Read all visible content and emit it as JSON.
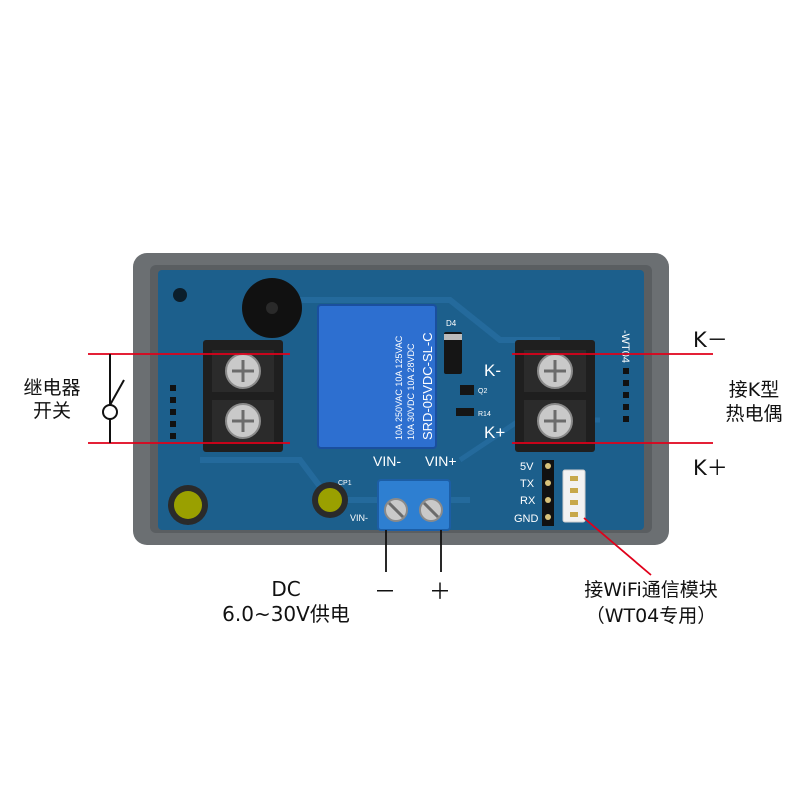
{
  "board": {
    "model_label": "-WT04",
    "relay": {
      "lines": [
        "10A 250VAC  10A 125VAC",
        "10A 30VDC   10A 28VDC",
        "SRD-05VDC-SL-C"
      ]
    },
    "diode_label": "D4",
    "transistor_label": "Q2",
    "resistor_label": "R14",
    "k_minus_silk": "K-",
    "k_plus_silk": "K+",
    "vin_minus_silk": "VIN-",
    "vin_plus_silk": "VIN+",
    "vin_minus_small": "VIN-",
    "cp_label": "CP1",
    "header_pins": [
      "5V",
      "TX",
      "RX",
      "GND"
    ]
  },
  "callouts": {
    "relay_switch": [
      "继电器",
      "开关"
    ],
    "k_minus": "K－",
    "k_plus": "K＋",
    "thermocouple": [
      "接K型",
      "热电偶"
    ],
    "power_minus": "－",
    "power_plus": "＋",
    "power": [
      "DC",
      "6.0~30V供电"
    ],
    "wifi": [
      "接WiFi通信模块",
      "（WT04专用）"
    ]
  },
  "colors": {
    "pcb": "#1c5f8c",
    "case": "#6b6f72",
    "callout_line": "#e0001a",
    "terminal": "#1f1f1f",
    "blue_terminal": "#2e7fd1",
    "relay": "#2d6fd0"
  }
}
